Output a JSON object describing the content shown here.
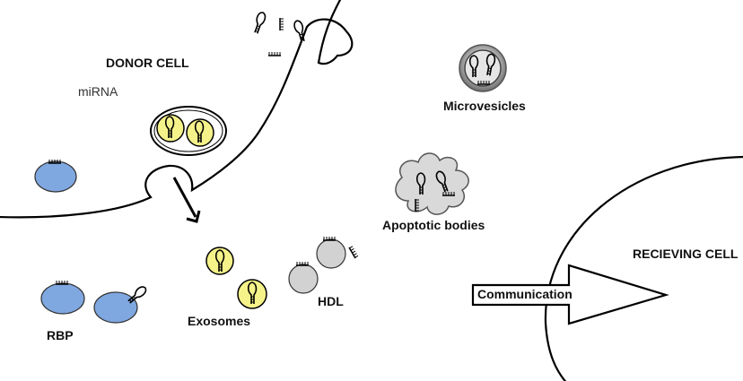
{
  "labels": {
    "donor_cell": "DONOR CELL",
    "mirna": "miRNA",
    "microvesicles": "Microvesicles",
    "apoptotic_bodies": "Apoptotic bodies",
    "receiving_cell": "RECIEVING CELL",
    "communication": "Communication",
    "rbp": "RBP",
    "exosomes": "Exosomes",
    "hdl": "HDL"
  },
  "colors": {
    "rbp_fill": "#7fa7e0",
    "exosome_fill": "#f5f28a",
    "hdl_fill": "#d2d2d2",
    "apoptotic_fill": "#d9d9d9",
    "line": "#000000"
  }
}
